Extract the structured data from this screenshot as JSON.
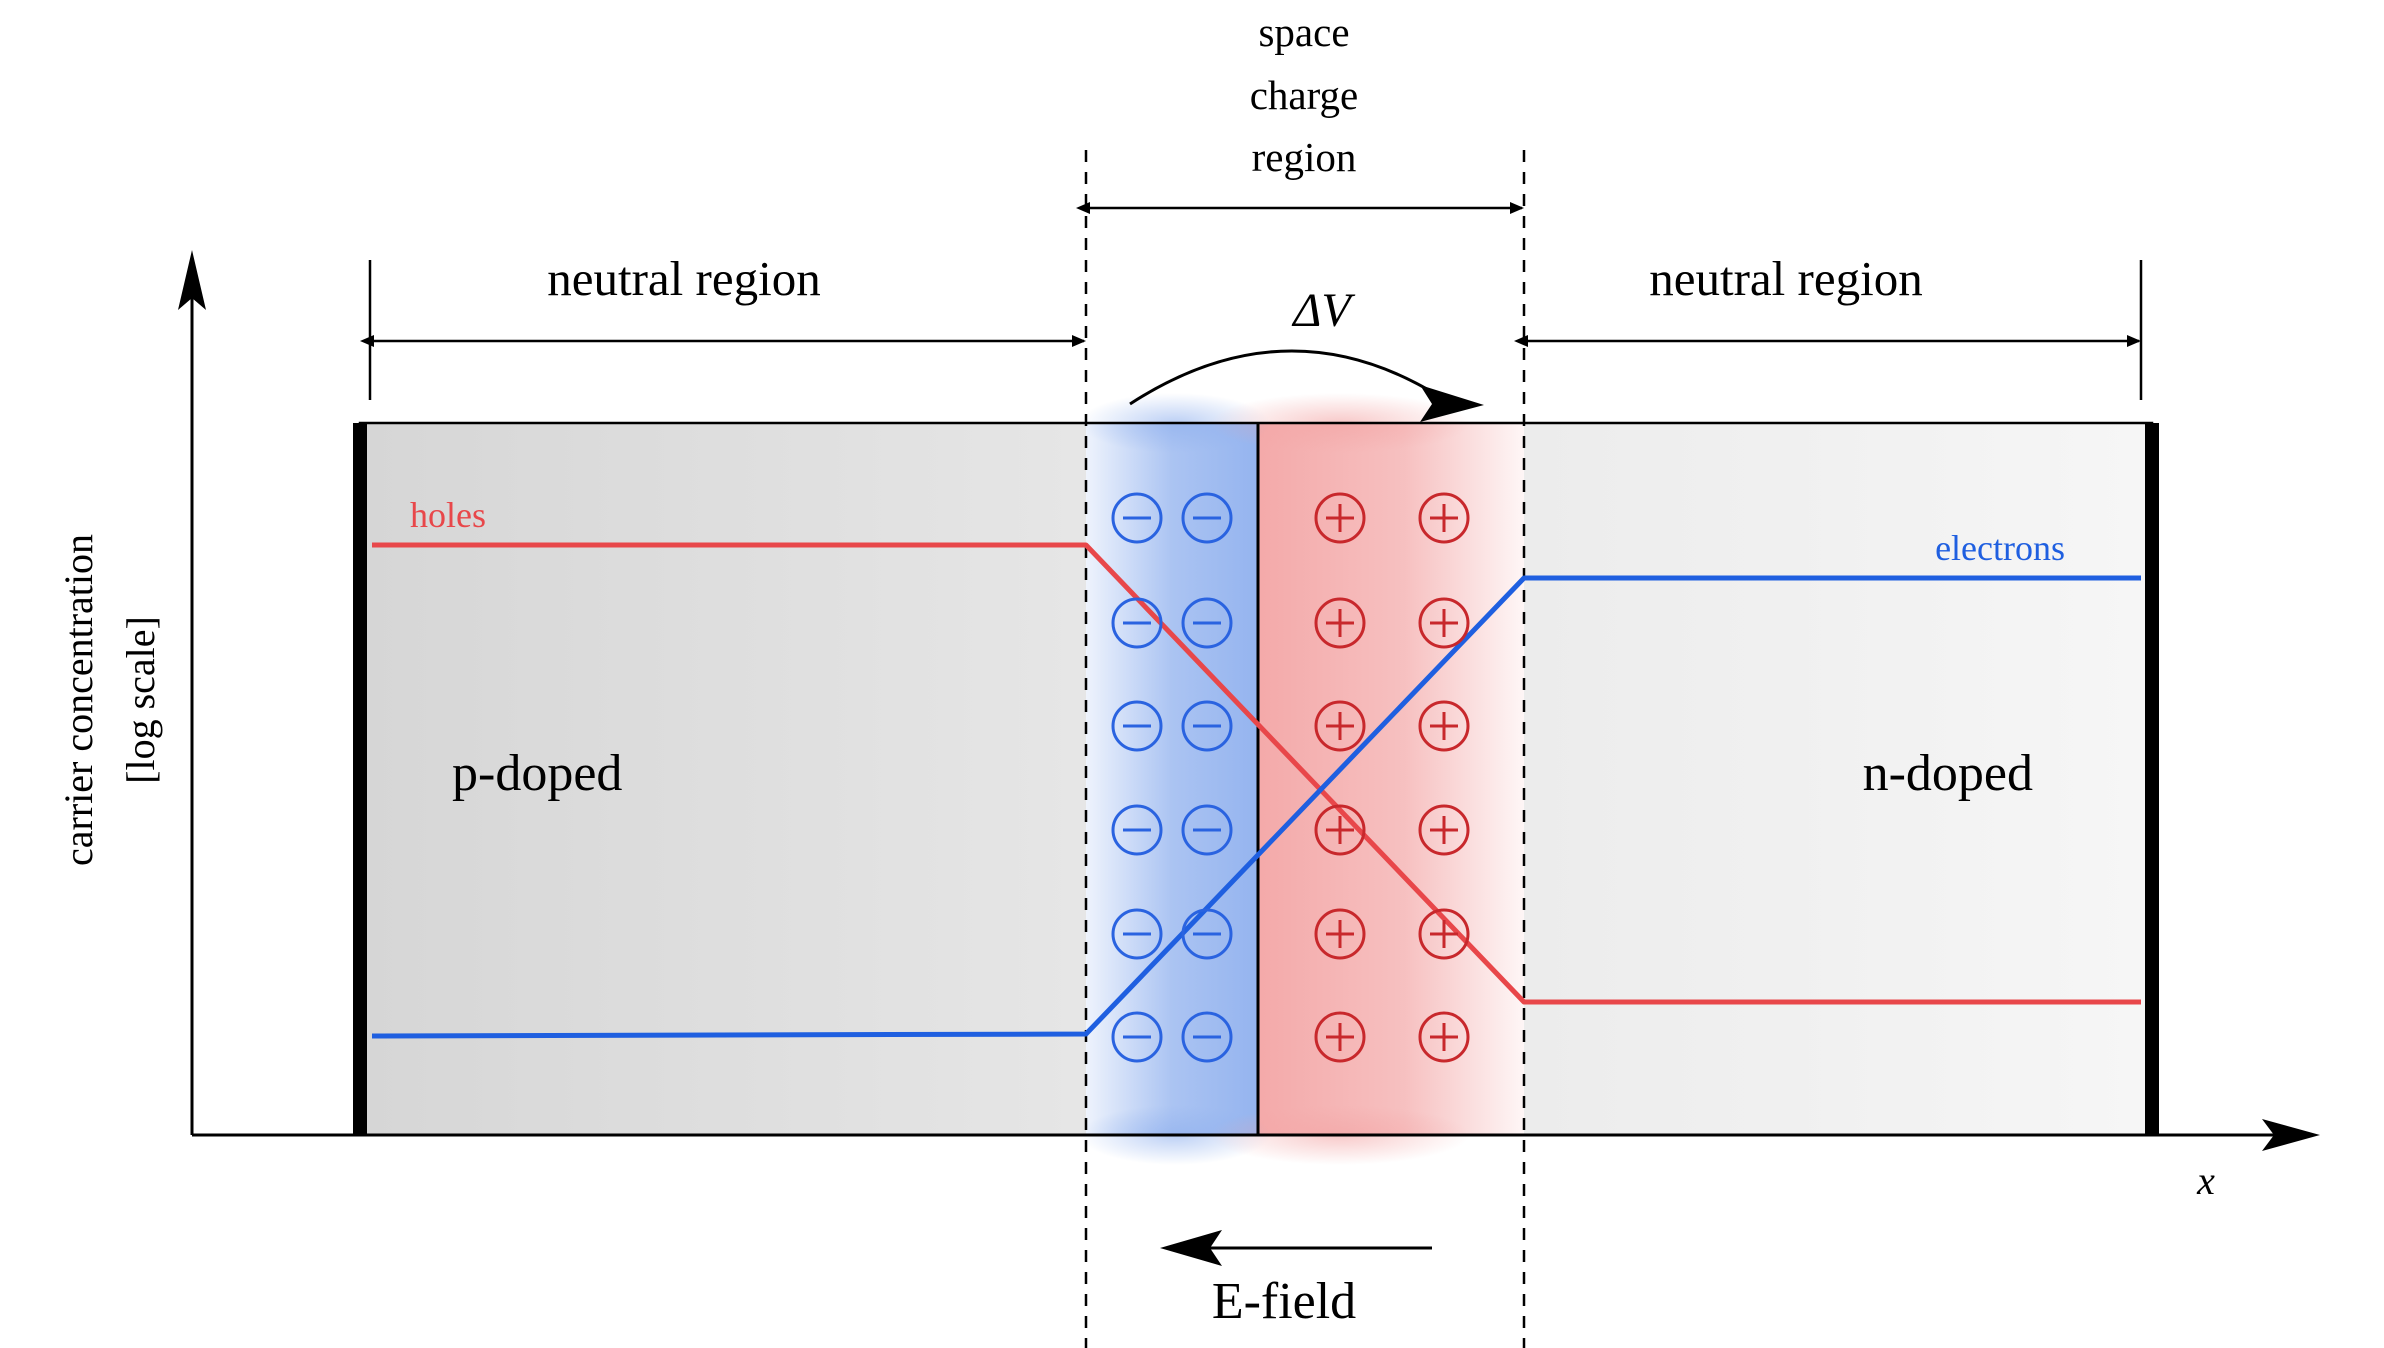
{
  "labels": {
    "space_charge_region": [
      "space",
      "charge",
      "region"
    ],
    "neutral_left": "neutral region",
    "neutral_right": "neutral region",
    "delta_v": "ΔV",
    "holes": "holes",
    "electrons": "electrons",
    "p_doped": "p-doped",
    "n_doped": "n-doped",
    "y_axis": [
      "carrier concentration",
      "[log scale]"
    ],
    "x_axis": "x",
    "e_field": "E-field"
  },
  "charges": {
    "negative_symbol": "−",
    "positive_symbol": "+",
    "rows": 6,
    "columns_per_side": 2
  },
  "colors": {
    "holes": "#e8474a",
    "electrons": "#1f5fe0",
    "negative_ions": "#2a63e0",
    "positive_ions": "#c8282c",
    "p_region_fill": "#dedede",
    "n_region_fill": "#f1f1f1",
    "line": "#000000"
  }
}
